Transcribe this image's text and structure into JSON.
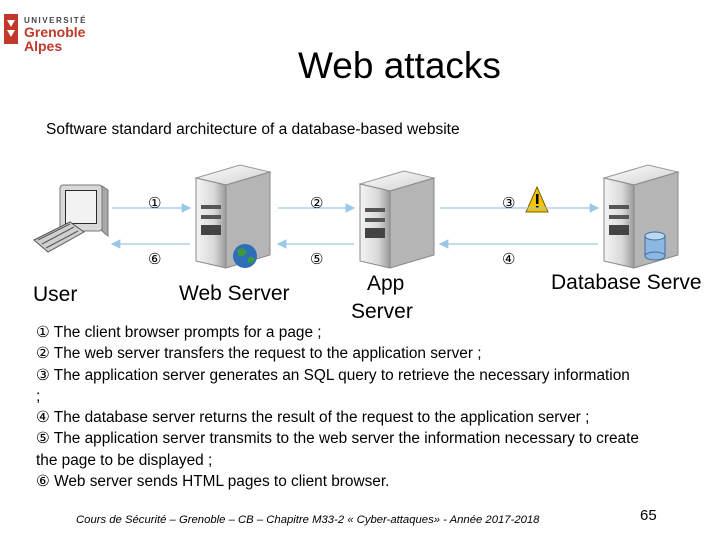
{
  "logo": {
    "line1": "UNIVERSITÉ",
    "line2": "Grenoble",
    "line3": "Alpes"
  },
  "title": "Web attacks",
  "subtitle": "Software standard architecture of a database-based website",
  "diagram": {
    "arrow_numbers": {
      "n1": "①",
      "n2": "②",
      "n3": "③",
      "n4": "④",
      "n5": "⑤",
      "n6": "⑥"
    },
    "nodes": {
      "user": "User",
      "web_server": "Web Server",
      "app_server_line1": "App",
      "app_server_line2": "Server",
      "database_server": "Database Serve"
    }
  },
  "steps": [
    {
      "num": "①",
      "text": " The client browser prompts for a page ;"
    },
    {
      "num": "②",
      "text": "  The web server transfers the request to the application server ;"
    },
    {
      "num": "③",
      "text": "  The application server generates an SQL query to retrieve the necessary information"
    },
    {
      "num": "",
      "text": " ;"
    },
    {
      "num": "④",
      "text": "   The database server returns the result of the request to the application server  ;"
    },
    {
      "num": "⑤",
      "text": "  The application server transmits to the web server the information necessary to create"
    },
    {
      "num": "",
      "text": "the page to be displayed  ;"
    },
    {
      "num": "⑥",
      "text": " Web server sends HTML pages to client browser."
    }
  ],
  "footer": "Cours de Sécurité – Grenoble – CB – Chapitre M33-2 « Cyber-attaques» - Année 2017-2018",
  "page_number": "65"
}
